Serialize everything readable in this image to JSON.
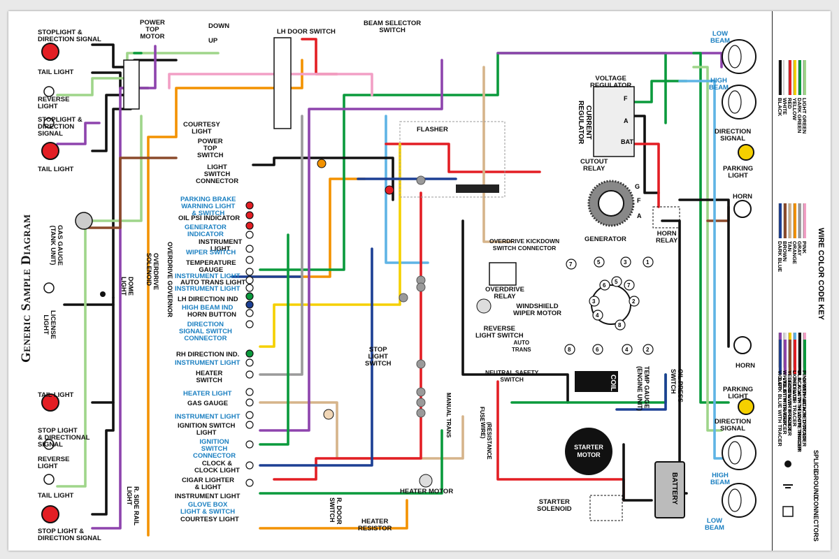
{
  "diagram": {
    "title": "Generic Sample Diagram",
    "left_labels": {
      "stoplight_ds_top": "STOPLIGHT &\nDIRECTION SIGNAL",
      "tail_light_1": "TAIL LIGHT",
      "reverse_light_1": "REVERSE\nLIGHT",
      "stoplight_ds_2": "STOPLIGHT &\nDIRECTION\nSIGNAL",
      "tail_light_2": "TAIL LIGHT",
      "gas_gauge_tank": "GAS GAUGE\n(TANK UNIT)",
      "license_light": "LICENSE\nLIGHT",
      "tail_light_3": "TAIL LIGHT",
      "stop_light_dir": "STOP LIGHT\n& DIRECTIONAL\nSIGNAL",
      "reverse_light_2": "REVERSE\nLIGHT",
      "tail_light_4": "TAIL LIGHT",
      "stop_light_ds_bottom": "STOP LIGHT &\nDIRECTION SIGNAL"
    },
    "center_labels": {
      "power_top_motor": "POWER\nTOP\nMOTOR",
      "down": "DOWN",
      "up": "UP",
      "lh_door_switch": "LH DOOR SWITCH",
      "beam_selector_switch": "BEAM SELECTOR\nSWITCH",
      "courtesy_light_top": "COURTESY\nLIGHT",
      "power_top_switch": "POWER\nTOP\nSWITCH",
      "light_switch_connector": "LIGHT\nSWITCH\nCONNECTOR",
      "flasher": "FLASHER",
      "parking_brake": "PARKING BRAKE\nWARNING LIGHT\n& SWITCH",
      "oil_psi": "OIL PSI INDICATOR",
      "generator_indicator": "GENERATOR\nINDICATOR",
      "instrument_light_1": "INSTRUMENT\nLIGHT",
      "wiper_switch": "WIPER SWITCH",
      "temperature_gauge": "TEMPERATURE\nGAUGE",
      "instrument_light_2": "INSTRUMENT LIGHT",
      "auto_trans_light": "AUTO TRANS LIGHT",
      "instrument_light_3": "INSTRUMENT LIGHT",
      "lh_direction_ind": "LH DIRECTION IND",
      "high_beam_ind": "HIGH BEAM IND",
      "horn_button": "HORN BUTTON",
      "direction_signal_switch": "DIRECTION\nSIGNAL SWITCH\nCONNECTOR",
      "rh_direction_ind": "RH DIRECTION IND.",
      "instrument_light_4": "INSTRUMENT LIGHT",
      "heater_switch": "HEATER\nSWITCH",
      "heater_light": "HEATER LIGHT",
      "gas_gauge": "GAS GAUGE",
      "instrument_light_5": "INSTRUMENT LIGHT",
      "ignition_switch_light": "IGNITION SWITCH\nLIGHT",
      "ignition_switch_connector": "IGNITION\nSWITCH\nCONNECTOR",
      "clock_light": "CLOCK &\nCLOCK LIGHT",
      "cigar_lighter": "CIGAR LIGHTER\n& LIGHT",
      "instrument_light_6": "INSTRUMENT LIGHT",
      "glove_box": "GLOVE BOX\nLIGHT & SWITCH",
      "courtesy_light_bottom": "COURTESY LIGHT",
      "dome_light": "DOME\nLIGHT",
      "overdrive_governor": "OVERDRIVE GOVERNOR",
      "overdrive_solenoid": "OVERDRIVE\nSOLENOID",
      "r_side_rail_light": "R. SIDE RAIL\nLIGHT",
      "r_door_switch": "R. DOOR\nSWITCH",
      "heater_resistor": "HEATER\nRESISTOR",
      "heater_motor": "HEATER MOTOR",
      "manual_trans": "MANUAL TRANS",
      "fuse": "FUSE",
      "resistance_wire": "(RESISTANCE\nWIRE)",
      "stop_light_switch": "STOP\nLIGHT\nSWITCH",
      "overdrive_kickdown": "OVERDRIVE KICKDOWN\nSWITCH CONNECTOR",
      "overdrive_relay": "OVERDRIVE\nRELAY",
      "windshield_wiper_motor": "WINDSHIELD\nWIPER MOTOR",
      "reverse_light_switch": "REVERSE\nLIGHT SWITCH",
      "auto_trans": "AUTO\nTRANS",
      "neutral_safety_switch": "NEUTRAL SAFETY\nSWITCH"
    },
    "right_labels": {
      "voltage_regulator": "VOLTAGE\nREGULATOR",
      "current_regulator": "CURRENT\nREGULATOR",
      "cutout_relay": "CUTOUT\nRELAY",
      "generator": "GENERATOR",
      "horn_relay": "HORN\nRELAY",
      "low_beam_top": "LOW\nBEAM",
      "high_beam_top": "HIGH\nBEAM",
      "direction_signal_top": "DIRECTION\nSIGNAL",
      "parking_light_top": "PARKING\nLIGHT",
      "horn_top": "HORN",
      "horn_bottom": "HORN",
      "parking_light_bottom": "PARKING\nLIGHT",
      "direction_signal_bottom": "DIRECTION\nSIGNAL",
      "high_beam_bottom": "HIGH\nBEAM",
      "low_beam_bottom": "LOW\nBEAM",
      "coil": "COIL",
      "temp_gauge": "TEMP GAUGE\n(ENGINE UNIT)",
      "oil_press_switch": "OIL PRESS\nSWITCH",
      "starter_motor": "STARTER\nMOTOR",
      "battery": "BATTERY",
      "starter_solenoid": "STARTER\nSOLENOID",
      "regulator_terminals": [
        "F",
        "A",
        "BAT",
        "G",
        "F",
        "A"
      ],
      "distributor_numbers": [
        "7",
        "5",
        "3",
        "1",
        "6",
        "5",
        "7",
        "3",
        "2",
        "4",
        "8",
        "8",
        "6",
        "4",
        "2"
      ]
    }
  },
  "wire_color_key": {
    "title": "WIRE COLOR CODE KEY",
    "groups": [
      [
        {
          "label": "BLACK",
          "color": "#111111"
        },
        {
          "label": "WHITE",
          "color": "#ffffff"
        },
        {
          "label": "RED",
          "color": "#e31e24"
        },
        {
          "label": "YELLOW",
          "color": "#f5d000"
        },
        {
          "label": "DARK GREEN",
          "color": "#0a9a3c"
        },
        {
          "label": "LIGHT GREEN",
          "color": "#9fd58a"
        }
      ],
      [
        {
          "label": "DARK BLUE",
          "color": "#1c3f94"
        },
        {
          "label": "BROWN",
          "color": "#8b4a2b"
        },
        {
          "label": "TAN",
          "color": "#d6b48a"
        },
        {
          "label": "ORANGE",
          "color": "#f39200"
        },
        {
          "label": "GRAY",
          "color": "#9a9a9a"
        },
        {
          "label": "PINK",
          "color": "#f29fc5"
        }
      ],
      [
        {
          "label": "VIOLET",
          "color": "#8e44ad"
        },
        {
          "label": "WHITE WITH TRACER",
          "color": "#e0e0e0"
        },
        {
          "label": "YELLOW WITH TRACER",
          "color": "#f5d000"
        },
        {
          "label": "LIGHT BLUE",
          "color": "#5fb4e5"
        },
        {
          "label": "BLACK WITH YELLOW TRACER",
          "color": "#111111"
        },
        {
          "label": "PINK WITH BLACK TRACER",
          "color": "#f29fc5"
        }
      ],
      [
        {
          "label": "DARK BLUE WITH TRACER",
          "color": "#1c3f94"
        },
        {
          "label": "VIOLET WITH TRACER",
          "color": "#8e44ad"
        },
        {
          "label": "BROWN WITH TRACER",
          "color": "#8b4a2b"
        },
        {
          "label": "RED WITH TRACER",
          "color": "#e31e24"
        },
        {
          "label": "BLACK WITH WHITE TRACER",
          "color": "#111111"
        },
        {
          "label": "GREEN WITH RED TRACER",
          "color": "#0a9a3c"
        }
      ]
    ],
    "symbols": [
      {
        "label": "SPLICE",
        "icon": "splice-dot"
      },
      {
        "label": "GROUND",
        "icon": "ground-symbol"
      },
      {
        "label": "CONNECTORS",
        "icon": "connector-symbol"
      }
    ]
  }
}
